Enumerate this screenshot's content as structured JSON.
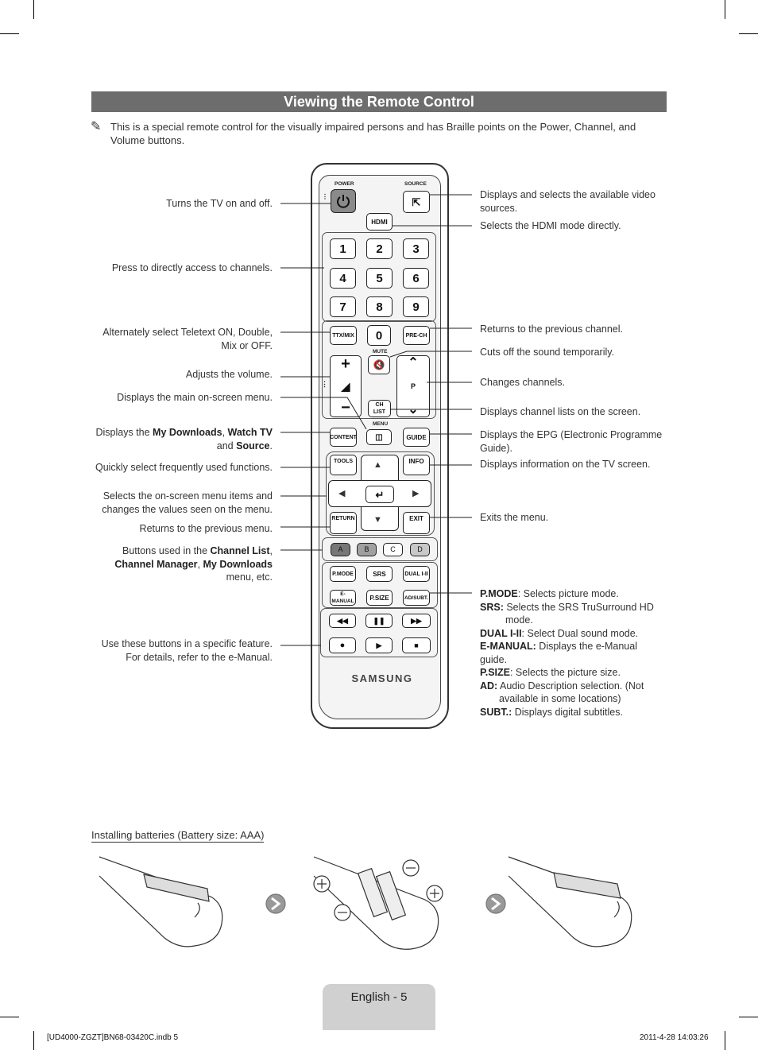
{
  "title": "Viewing the Remote Control",
  "note": "This is a special remote control for the visually impaired persons and has Braille points on the Power, Channel, and Volume buttons.",
  "left_labels": {
    "power": "Turns the TV on and off.",
    "numbers": "Press to directly access to channels.",
    "ttx": "Alternately select Teletext ON, Double, Mix or OFF.",
    "volume": "Adjusts the volume.",
    "menu": "Displays the main on-screen menu.",
    "content_pre": "Displays the ",
    "content_b1": "My Downloads",
    "content_mid": ", ",
    "content_b2": "Watch TV",
    "content_and": " and ",
    "content_b3": "Source",
    "content_end": ".",
    "tools": "Quickly select frequently used functions.",
    "nav": "Selects the on-screen menu items and changes the values seen on the menu.",
    "return": "Returns to the previous menu.",
    "abcd_pre": "Buttons used in the ",
    "abcd_b1": "Channel List",
    "abcd_c1": ", ",
    "abcd_b2": "Channel Manager",
    "abcd_c2": ", ",
    "abcd_b3": "My Downloads",
    "abcd_end": " menu, etc.",
    "media": "Use these buttons in a specific feature. For details, refer to the e-Manual."
  },
  "right_labels": {
    "source": "Displays and selects the available video sources.",
    "hdmi": "Selects the HDMI mode directly.",
    "prech": "Returns to the previous channel.",
    "mute": "Cuts off the sound temporarily.",
    "channel": "Changes channels.",
    "chlist": "Displays channel lists on the screen.",
    "guide": "Displays the EPG (Electronic Programme Guide).",
    "info": "Displays information on the TV screen.",
    "exit": "Exits the menu.",
    "pmode_k": "P.MODE",
    "pmode_v": ": Selects picture mode.",
    "srs_k": "SRS:",
    "srs_v": " Selects the SRS TruSurround HD mode.",
    "dual_k": "DUAL I-II",
    "dual_v": ": Select Dual sound mode.",
    "emanual_k": "E-MANUAL:",
    "emanual_v": " Displays the e-Manual guide.",
    "psize_k": "P.SIZE",
    "psize_v": ": Selects the picture size.",
    "ad_k": "AD:",
    "ad_v": " Audio Description selection. (Not available in some locations)",
    "subt_k": "SUBT.:",
    "subt_v": " Displays digital subtitles."
  },
  "remote": {
    "power": "POWER",
    "source": "SOURCE",
    "hdmi": "HDMI",
    "keys": [
      "1",
      "2",
      "3",
      "4",
      "5",
      "6",
      "7",
      "8",
      "9"
    ],
    "zero": "0",
    "ttx": "TTX/MIX",
    "prech": "PRE-CH",
    "mute": "MUTE",
    "p": "P",
    "chlist": "CH LIST",
    "menu": "MENU",
    "content": "CONTENT",
    "guide": "GUIDE",
    "tools": "TOOLS",
    "info": "INFO",
    "return": "RETURN",
    "exit": "EXIT",
    "colors": [
      {
        "label": "A",
        "color": "#777777"
      },
      {
        "label": "B",
        "color": "#a0a0a0"
      },
      {
        "label": "C",
        "color": "#ffffff"
      },
      {
        "label": "D",
        "color": "#c8c8c8"
      }
    ],
    "pmode": "P.MODE",
    "srs": "SRS",
    "dual": "DUAL I-II",
    "emanual": "E-MANUAL",
    "psize": "P.SIZE",
    "adsubt": "AD/SUBT.",
    "brand": "SAMSUNG"
  },
  "batteries_title": "Installing batteries (Battery size: AAA)",
  "page_label": "English - 5",
  "footer_left": "[UD4000-ZGZT]BN68-03420C.indb   5",
  "footer_right": "2011-4-28   14:03:26"
}
